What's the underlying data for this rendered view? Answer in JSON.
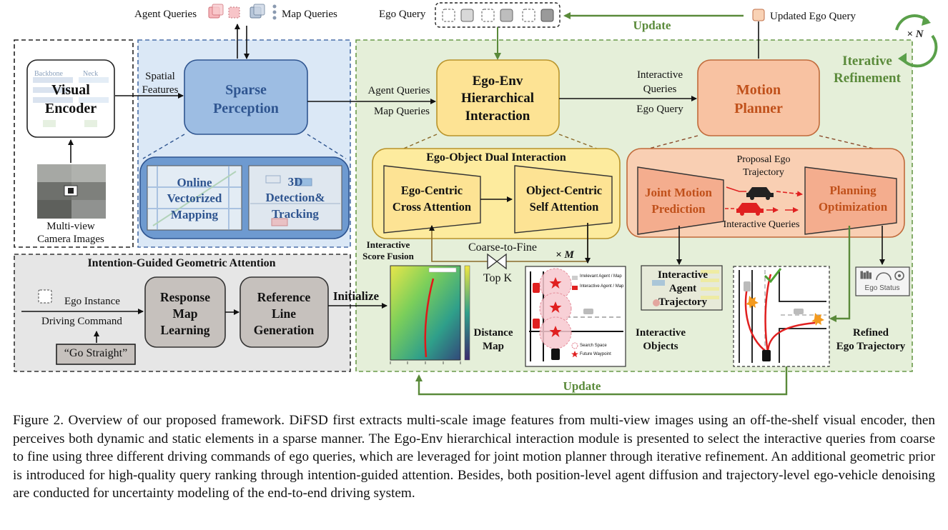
{
  "colors": {
    "sparse_bg": "#dbe8f6",
    "sparse_box": "#9dbde3",
    "ego_env_box": "#fde394",
    "ego_env_panel": "#fdeb9e",
    "motion_box": "#f8c2a2",
    "motion_panel": "#f9cfb3",
    "refine_bg": "#e5efd9",
    "refine_text": "#5a8a3a",
    "intention_bg": "#e6e6e6",
    "grey_box": "#c6c1bd"
  },
  "top": {
    "agent_queries": "Agent Queries",
    "map_queries": "Map Queries",
    "ego_query": "Ego Query",
    "updated_ego_query": "Updated Ego Query",
    "update_top": "Update",
    "times_n": "× N"
  },
  "encoder": {
    "title_line1": "Visual",
    "title_line2": "Encoder",
    "backbone": "Backbone",
    "neck": "Neck",
    "cam_label_line1": "Multi-view",
    "cam_label_line2": "Camera Images"
  },
  "sparse": {
    "spatial_line1": "Spatial",
    "spatial_line2": "Features",
    "title_line1": "Sparse",
    "title_line2": "Perception",
    "online_line1": "Online",
    "online_line2": "Vectorized",
    "online_line3": "Mapping",
    "det_line1": "3D",
    "det_line2": "Detection&",
    "det_line3": "Tracking"
  },
  "egoenv": {
    "agent_queries": "Agent Queries",
    "map_queries": "Map Queries",
    "title_line1": "Ego-Env",
    "title_line2": "Hierarchical",
    "title_line3": "Interaction",
    "panel_title": "Ego-Object Dual Interaction",
    "ego_centric_line1": "Ego-Centric",
    "ego_centric_line2": "Cross Attention",
    "obj_centric_line1": "Object-Centric",
    "obj_centric_line2": "Self Attention",
    "fusion_line1": "Interactive",
    "fusion_line2": "Score Fusion",
    "coarse_to_fine": "Coarse-to-Fine",
    "times_m": "× M",
    "topk": "Top K"
  },
  "motion": {
    "interactive_line1": "Interactive",
    "interactive_line2": "Queries",
    "ego_query": "Ego Query",
    "title_line1": "Motion",
    "title_line2": "Planner",
    "iter_line1": "Iterative",
    "iter_line2": "Refinement",
    "joint_line1": "Joint Motion",
    "joint_line2": "Prediction",
    "proposal_line1": "Proposal Ego",
    "proposal_line2": "Trajectory",
    "interactive_queries": "Interactive Queries",
    "planning_line1": "Planning",
    "planning_line2": "Optimization"
  },
  "outputs": {
    "agent_traj_line1": "Interactive",
    "agent_traj_line2": "Agent",
    "agent_traj_line3": "Trajectory",
    "ego_status": "Ego Status",
    "refined_line1": "Refined",
    "refined_line2": "Ego Trajectory",
    "distance_line1": "Distance",
    "distance_line2": "Map",
    "objects_line1": "Interactive",
    "objects_line2": "Objects",
    "irrelevant": "Irrelevant Agent / Map",
    "interactive_agent": "Interactive Agent / Map",
    "search_space": "Search Space",
    "future_waypoint": "Future Waypoint",
    "update_bottom": "Update"
  },
  "intention": {
    "title": "Intention-Guided Geometric Attention",
    "ego_instance": "Ego Instance",
    "driving_command": "Driving Command",
    "go_straight": "“Go Straight”",
    "response_line1": "Response",
    "response_line2": "Map",
    "response_line3": "Learning",
    "reference_line1": "Reference",
    "reference_line2": "Line",
    "reference_line3": "Generation",
    "initialize": "Initialize"
  },
  "caption": "Figure 2.  Overview of our proposed framework.  DiFSD first extracts multi-scale image features from multi-view images using an off-the-shelf visual encoder, then perceives both dynamic and static elements in a sparse manner.  The Ego-Env hierarchical interaction module is presented to select the interactive queries from coarse to fine using three different driving commands of ego queries, which are leveraged for joint motion planner through iterative refinement. An additional geometric prior is introduced for high-quality query ranking through intention-guided attention. Besides, both position-level agent diffusion and trajectory-level ego-vehicle denoising are conducted for uncertainty modeling of the end-to-end driving system."
}
